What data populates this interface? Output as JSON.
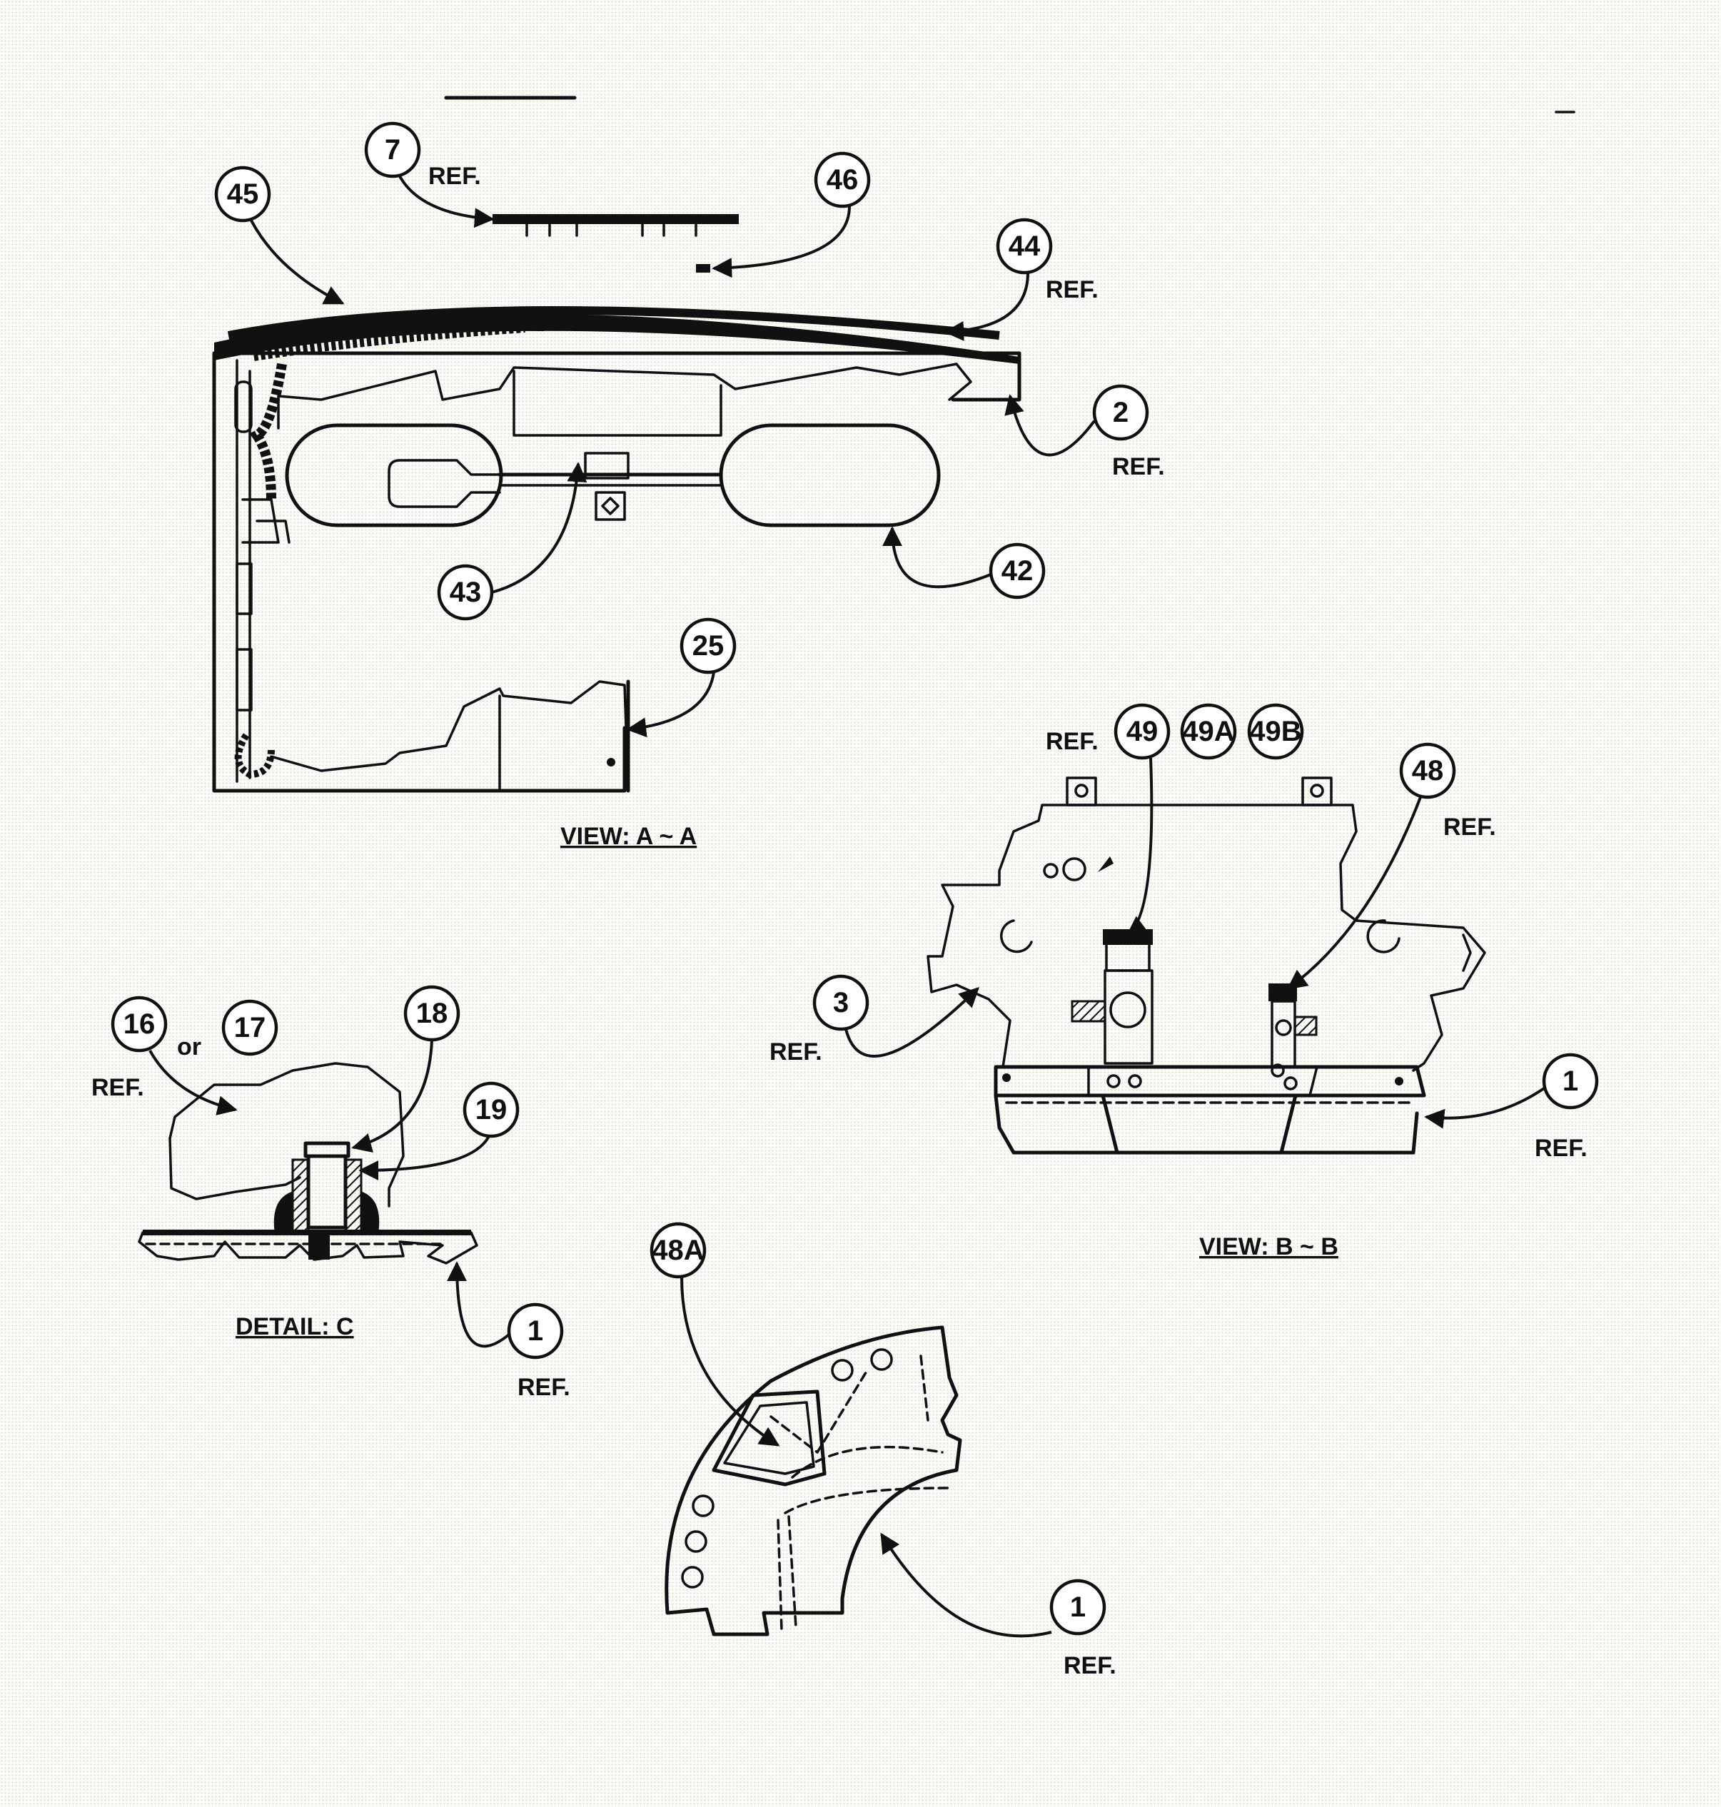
{
  "view_a_a": {
    "title": "VIEW: A ~ A",
    "callouts": [
      {
        "number": "7",
        "ref": "REF."
      },
      {
        "number": "45",
        "ref": ""
      },
      {
        "number": "46",
        "ref": ""
      },
      {
        "number": "44",
        "ref": "REF."
      },
      {
        "number": "2",
        "ref": "REF."
      },
      {
        "number": "42",
        "ref": ""
      },
      {
        "number": "43",
        "ref": ""
      },
      {
        "number": "25",
        "ref": ""
      }
    ]
  },
  "view_b_b": {
    "title": "VIEW: B ~ B",
    "ref_49": "REF.",
    "callouts": [
      {
        "number": "49",
        "ref": ""
      },
      {
        "number": "49A",
        "ref": ""
      },
      {
        "number": "49B",
        "ref": ""
      },
      {
        "number": "48",
        "ref": "REF."
      },
      {
        "number": "3",
        "ref": "REF."
      },
      {
        "number": "1",
        "ref": "REF."
      }
    ]
  },
  "detail_c": {
    "title": "DETAIL: C",
    "or_text": "or",
    "callouts": [
      {
        "number": "16",
        "ref": "REF."
      },
      {
        "number": "17",
        "ref": ""
      },
      {
        "number": "18",
        "ref": ""
      },
      {
        "number": "19",
        "ref": ""
      },
      {
        "number": "1",
        "ref": "REF."
      }
    ]
  },
  "arc_part": {
    "callouts": [
      {
        "number": "48A",
        "ref": ""
      },
      {
        "number": "1",
        "ref": "REF."
      }
    ]
  }
}
